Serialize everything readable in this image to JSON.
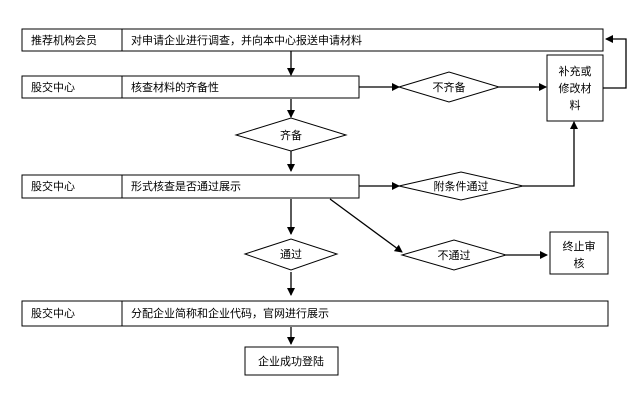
{
  "rows": {
    "row1": {
      "role": "推荐机构会员",
      "action": "对申请企业进行调查，并向本中心报送申请材料"
    },
    "row2": {
      "role": "股交中心",
      "action": "核查材料的齐备性"
    },
    "row3": {
      "role": "股交中心",
      "action": "形式核查是否通过展示"
    },
    "row4": {
      "role": "股交中心",
      "action": "分配企业简称和企业代码，官网进行展示"
    }
  },
  "decisions": {
    "incomplete": "不齐备",
    "complete": "齐备",
    "conditional_pass": "附条件通过",
    "fail": "不通过",
    "pass": "通过"
  },
  "boxes": {
    "supplement_line1": "补充或",
    "supplement_line2": "修改材",
    "supplement_line3": "料",
    "terminate_line1": "终止审",
    "terminate_line2": "核",
    "success": "企业成功登陆"
  }
}
